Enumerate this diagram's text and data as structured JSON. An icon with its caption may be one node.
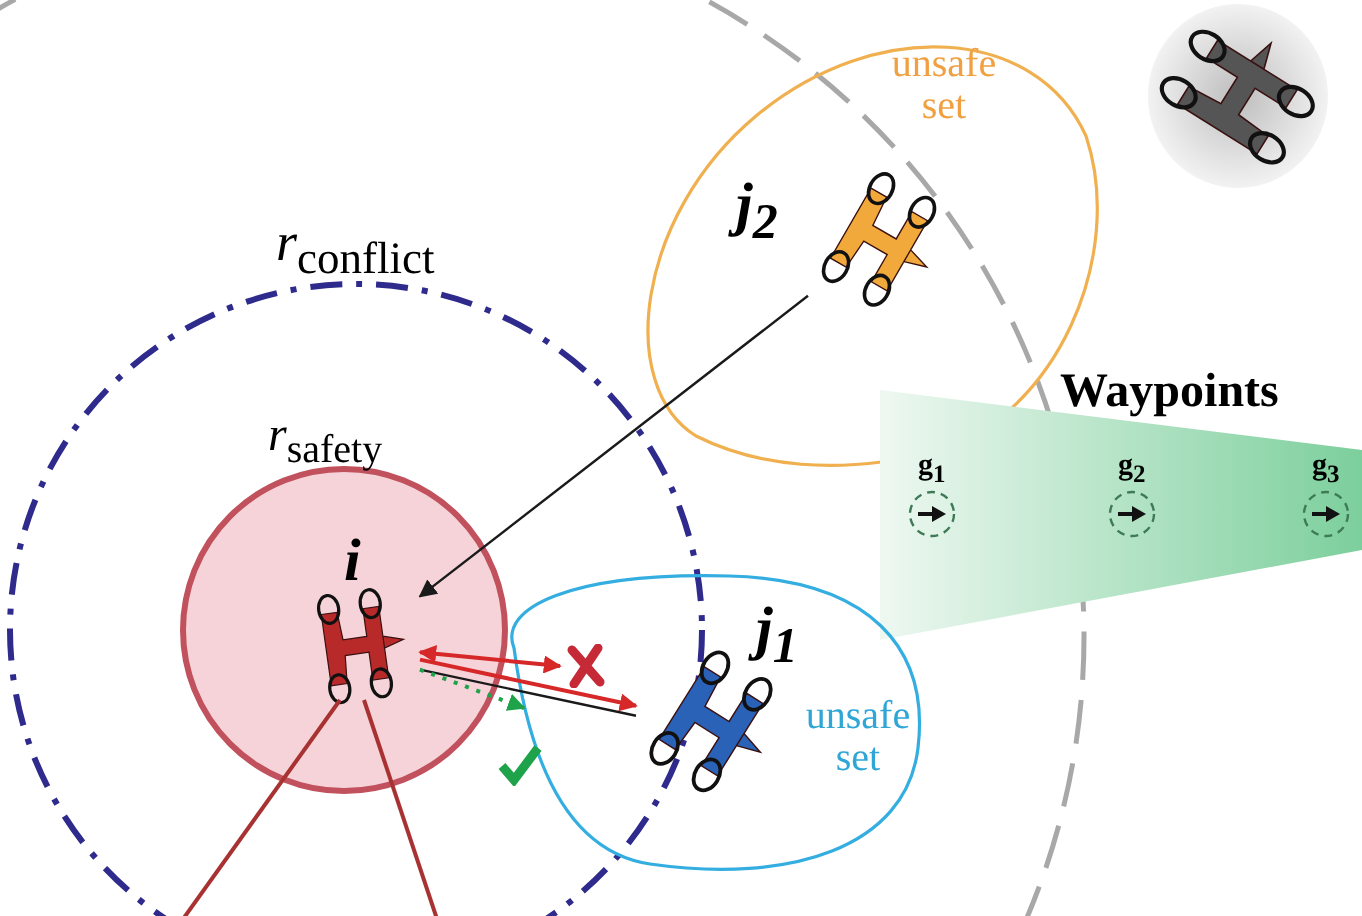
{
  "diagram": {
    "nodes": [
      {
        "text": [
          "unsafe set"
        ]
      },
      {
        "text": [
          "*j*$_{2}$"
        ],
        "in": 0
      },
      {
        "text": [],
        "shape": "picture"
      },
      {
        "text": [
          "*r*$_{conflict}$"
        ]
      },
      {
        "text": [
          "*r*$_{safety}$"
        ],
        "in": 3
      },
      {
        "text": [
          "*i*"
        ],
        "in": 4
      },
      {
        "text": [
          "Waypoints"
        ]
      },
      {
        "text": [
          "g$_{1}$"
        ],
        "in": 6
      },
      {
        "text": [
          "g$_{2}$"
        ],
        "in": 6
      },
      {
        "text": [
          "g$_{3}$"
        ],
        "in": 6
      },
      {
        "text": [
          "unsafe set"
        ]
      },
      {
        "text": [
          "*j*$_{1}$"
        ],
        "in": 10
      }
    ],
    "edges": [
      {
        "from": 1,
        "to": 5,
        "arrow": "to",
        "color": "#1a1a1a"
      },
      {
        "from": 5,
        "to": 11,
        "arrow": "none",
        "color": "#1a1a1a"
      },
      {
        "from": 5,
        "to": 10,
        "arrow": "both",
        "color": "#d62828"
      },
      {
        "from": 5,
        "to": 11,
        "arrow": "to",
        "color": "#d62828"
      },
      {
        "from": 5,
        "to": null,
        "arrow": "to",
        "style": "dashed",
        "color": "#1fa34a"
      },
      {
        "from": 5,
        "to": null,
        "arrow": "none",
        "color": "#a83232"
      },
      {
        "from": 5,
        "to": null,
        "arrow": "none",
        "color": "#a83232"
      }
    ]
  }
}
